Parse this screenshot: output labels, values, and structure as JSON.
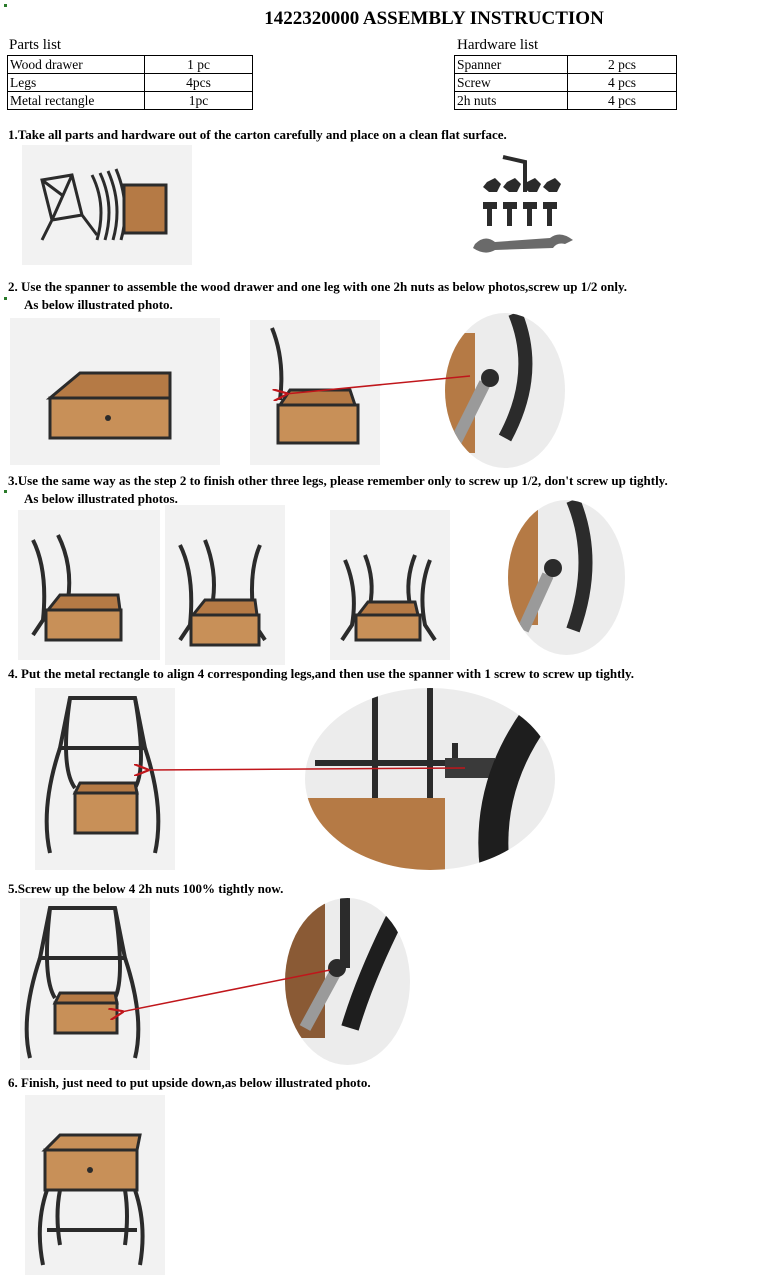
{
  "title": "1422320000 ASSEMBLY INSTRUCTION",
  "parts_list": {
    "label": "Parts list",
    "rows": [
      {
        "name": "Wood drawer",
        "qty": "1 pc"
      },
      {
        "name": "Legs",
        "qty": "4pcs"
      },
      {
        "name": "Metal rectangle",
        "qty": "1pc"
      }
    ]
  },
  "hardware_list": {
    "label": "Hardware list",
    "rows": [
      {
        "name": "Spanner",
        "qty": "2 pcs"
      },
      {
        "name": "Screw",
        "qty": "4 pcs"
      },
      {
        "name": "2h nuts",
        "qty": "4 pcs"
      }
    ]
  },
  "steps": [
    {
      "text": "1.Take all parts and hardware out of the carton carefully and place on a clean flat surface."
    },
    {
      "text": "2. Use the spanner to assemble the wood drawer and one leg with one 2h nuts as below photos,screw up 1/2 only.",
      "sub": "As below illustrated photo."
    },
    {
      "text": "3.Use the same way as the step 2 to finish other three legs, please remember only to screw up 1/2, don't screw up tightly.",
      "sub": "As below illustrated photos."
    },
    {
      "text": "4. Put the metal rectangle to align 4 corresponding legs,and then use the spanner with 1 screw to screw up tightly."
    },
    {
      "text": "5.Screw up the below 4 2h nuts 100% tightly now."
    },
    {
      "text": "6. Finish, just need to put upside down,as below illustrated photo."
    }
  ],
  "colors": {
    "wood": "#b57a45",
    "metal": "#2b2b2b",
    "arrow": "#c0161b"
  }
}
